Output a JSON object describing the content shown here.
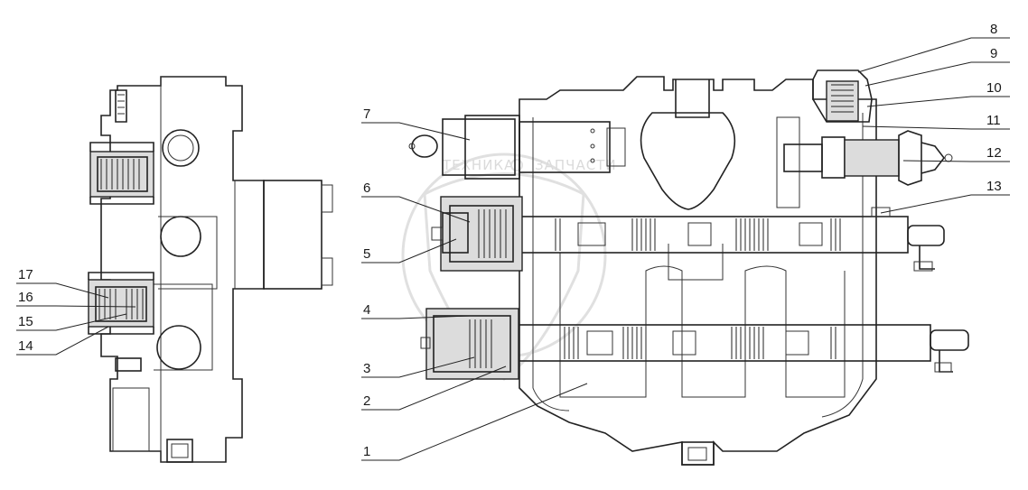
{
  "drawing": {
    "callouts": [
      "1",
      "2",
      "3",
      "4",
      "5",
      "6",
      "7",
      "8",
      "9",
      "10",
      "11",
      "12",
      "13",
      "14",
      "15",
      "16",
      "17"
    ],
    "watermark": {
      "left_text": "ТЕХНИКА",
      "right_text": "ЗАПЧАСТИ"
    },
    "colors": {
      "line": "#222222",
      "watermark": "#bdbdbd",
      "background": "#ffffff"
    }
  }
}
